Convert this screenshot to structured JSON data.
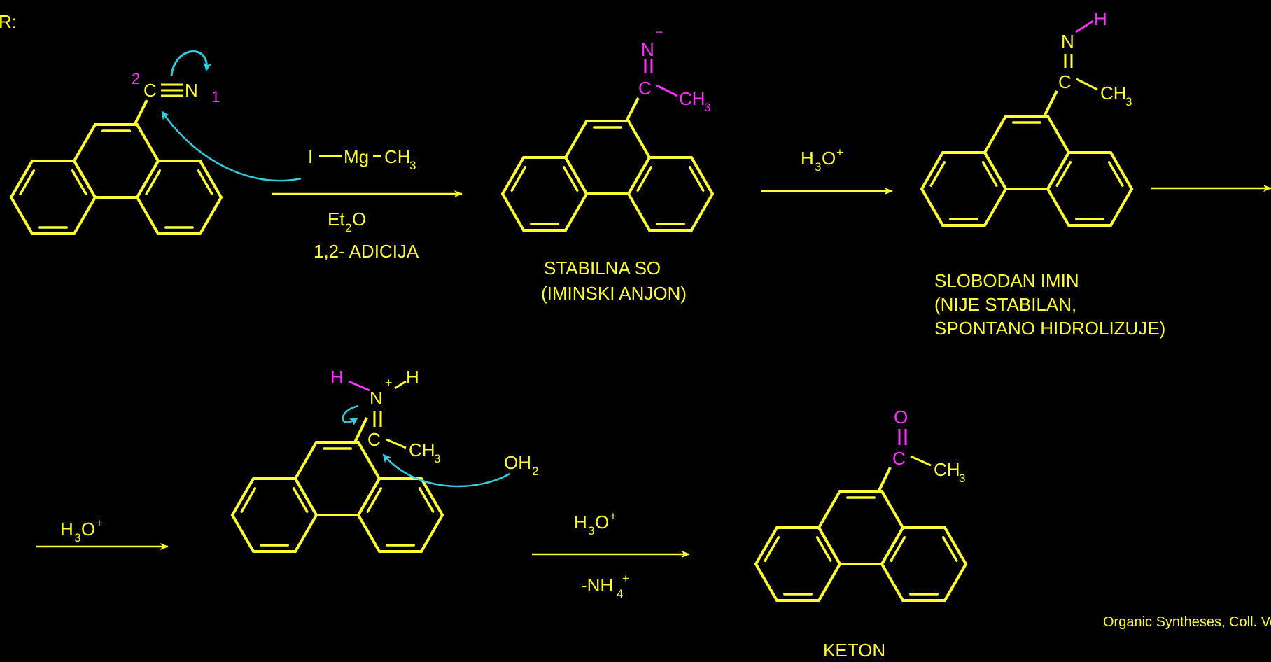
{
  "colors": {
    "background": "#000000",
    "bond": "#ffff33",
    "heteroatom": "#ff33ff",
    "arrow": "#33ccdd"
  },
  "header": {
    "label": "R:"
  },
  "atoms": {
    "C": "C",
    "N": "N",
    "O": "O",
    "H": "H",
    "CH": "CH",
    "three": "3",
    "OH": "OH",
    "two": "2",
    "minus": "−",
    "plus": "+"
  },
  "step1": {
    "number_2": "2",
    "number_1": "1",
    "reagent": {
      "I": "I",
      "Mg": "Mg",
      "CH": "CH",
      "sub": "3"
    },
    "solvent": {
      "main": "Et",
      "sub": "2",
      "tail": "O"
    },
    "note": "1,2- ADICIJA"
  },
  "h3o": {
    "H": "H",
    "sub": "3",
    "O": "O",
    "sup": "+"
  },
  "nh4": {
    "main": "-NH",
    "sub": "4",
    "sup": "+"
  },
  "labels": {
    "product1_line1": "STABILNA SO",
    "product1_line2": "(IMINSKI ANJON)",
    "imine_line1": "SLOBODAN IMIN",
    "imine_line2": "(NIJE STABILAN,",
    "imine_line3": "SPONTANO HIDROLIZUJE)",
    "ketone": "KETON",
    "reference": "Organic Syntheses, Coll. Vol."
  }
}
